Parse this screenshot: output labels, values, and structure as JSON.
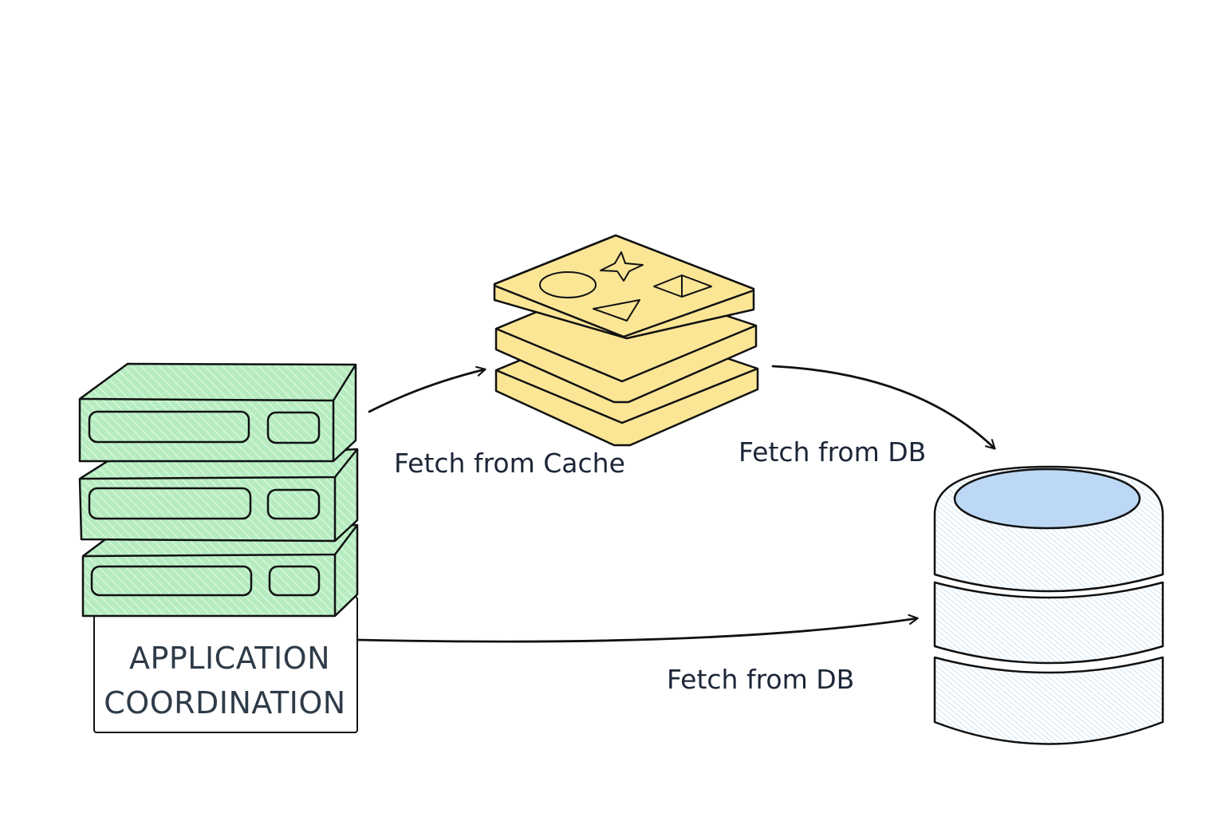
{
  "canvas": {
    "background": "#ffffff"
  },
  "colors": {
    "stroke": "#111111",
    "server_fill": "#b6ecc0",
    "server_hatch": "#8fdc9f",
    "cache_fill": "#fbe696",
    "db_hatch": "#9fcbef",
    "db_top_fill": "#bcd8f5",
    "text": "#1c2637",
    "app_text": "#2e3b48"
  },
  "nodes": {
    "application": {
      "icon": "server-stack-icon",
      "label_lines": [
        "APPLICATION",
        "COORDINATION"
      ]
    },
    "cache": {
      "icon": "cache-layers-icon",
      "shapes": [
        "circle",
        "star",
        "square-diagonal",
        "triangle"
      ]
    },
    "database": {
      "icon": "database-cylinder-icon"
    }
  },
  "edges": [
    {
      "from": "application",
      "to": "cache",
      "label": "Fetch from Cache"
    },
    {
      "from": "cache",
      "to": "database",
      "label": "Fetch from DB"
    },
    {
      "from": "application",
      "to": "database",
      "label": "Fetch from DB"
    }
  ]
}
